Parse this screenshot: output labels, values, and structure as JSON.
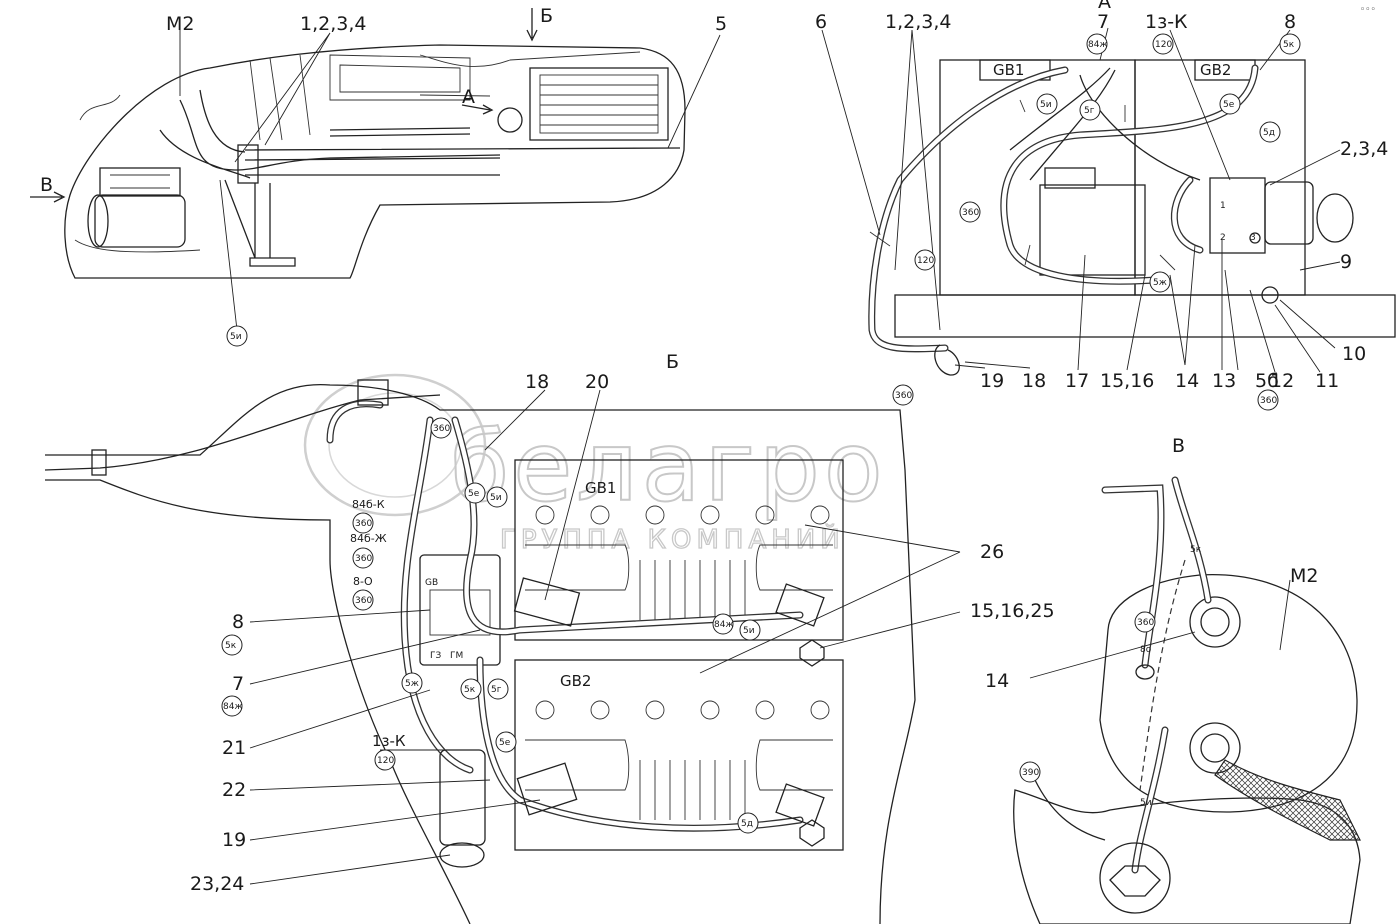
{
  "watermark": {
    "logo": "белагро",
    "subtitle": "ГРУППА КОМПАНИЙ"
  },
  "views": {
    "main": {
      "m2": "М2",
      "parts": "1,2,3,4",
      "arrow_b": "Б",
      "p5": "5",
      "arrow_a": "А",
      "arrow_v": "В",
      "tag_5u": "5и"
    },
    "a": {
      "title": "А",
      "gb1": "GB1",
      "gb2": "GB2",
      "l6": "6",
      "l1234": "1,2,3,4",
      "l7": "7",
      "tag84zh": "84ж",
      "l13k": "1з-К",
      "tag120": "120",
      "l8": "8",
      "tag5k": "5к",
      "l234": "2,3,4",
      "l9": "9",
      "l10": "10",
      "l11": "11",
      "l12": "12",
      "l56": "5б",
      "l13": "13",
      "l14": "14",
      "l1516": "15,16",
      "l17": "17",
      "l18": "18",
      "l19": "19",
      "tag360": "360",
      "tag5u": "5и",
      "tag5g": "5г",
      "tag5e": "5е",
      "tag5d": "5д",
      "tag5zh": "5ж",
      "term1": "1",
      "term2": "2",
      "term3": "3"
    },
    "b": {
      "title": "Б",
      "gb1": "GB1",
      "gb2": "GB2",
      "l18": "18",
      "l20": "20",
      "l26": "26",
      "l152": "15,16,25",
      "l8": "8",
      "l7": "7",
      "l21": "21",
      "l13k": "1з-К",
      "l22": "22",
      "l19": "19",
      "l2324": "23,24",
      "w84bk": "84б-К",
      "w84bzh": "84б-Ж",
      "w8o": "8-О",
      "tag360": "360",
      "tag5e": "5е",
      "tag5u": "5и",
      "tag5k": "5к",
      "tag84zh": "84ж",
      "tag5zh": "5ж",
      "tag5g": "5г",
      "tag120": "120",
      "tag5d": "5д",
      "rel_gb": "GB",
      "rel_gm": "ГМ",
      "rel_gz": "ГЗ"
    },
    "v": {
      "title": "В",
      "m2": "М2",
      "l14": "14",
      "tag360": "360",
      "tag390": "390",
      "tag5u": "5и",
      "tag5k": "5к",
      "tag8o": "8о"
    }
  },
  "corner_mark": "◦◦◦"
}
